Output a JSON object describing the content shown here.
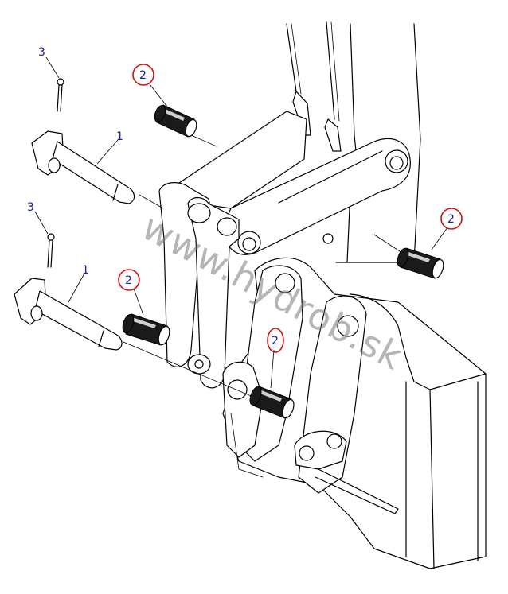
{
  "callouts": {
    "pin_top_ref": "1",
    "pin_bottom_ref": "1",
    "cotter_top_ref": "3",
    "cotter_bottom_ref": "3",
    "bushing_a_ref": "2",
    "bushing_b_ref": "2",
    "bushing_c_ref": "2",
    "bushing_d_ref": "2"
  },
  "watermark": "www.hydrob.sk",
  "colors": {
    "callout_text": "#1b1bb0",
    "highlight_ring": "#d01010",
    "line": "#000000"
  }
}
